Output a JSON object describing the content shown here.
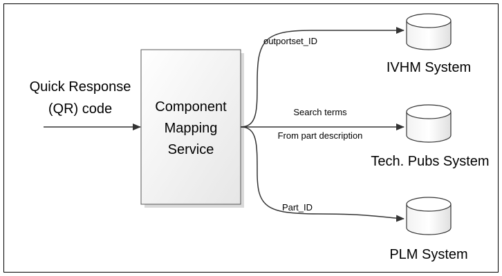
{
  "input": {
    "line1": "Quick Response",
    "line2": "(QR) code"
  },
  "service": {
    "line1": "Component",
    "line2": "Mapping",
    "line3": "Service"
  },
  "connections": {
    "top": "outportset_ID",
    "middle_line1": "Search terms",
    "middle_line2": "From part description",
    "bottom": "Part_ID"
  },
  "systems": {
    "ivhm": "IVHM System",
    "tech_pubs": "Tech. Pubs System",
    "plm": "PLM System"
  }
}
